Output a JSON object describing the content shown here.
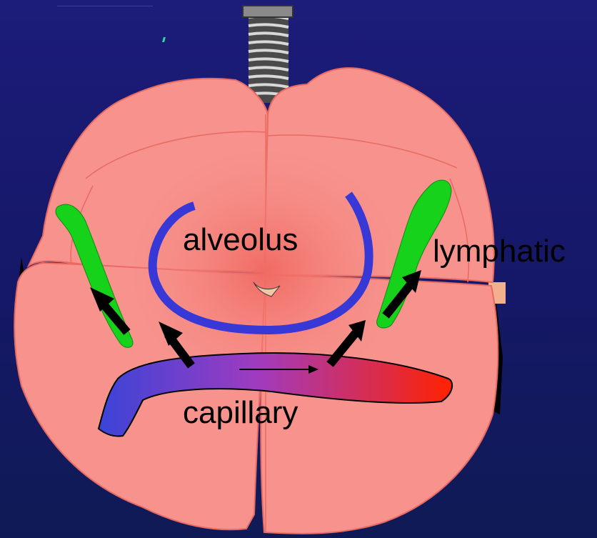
{
  "labels": {
    "alveolus": "alveolus",
    "lymphatic": "lymphatic",
    "capillary": "capillary"
  },
  "colors": {
    "background": "#1c1c7a",
    "lung": "#f7928c",
    "lung_edge": "#e0685f",
    "alveolus": "#3838d6",
    "lymphatic": "#16d21a",
    "capillary_start": "#3a44d8",
    "capillary_end": "#ff2200",
    "arrows": "#000000",
    "trachea": "#6e6e6e"
  },
  "icons": [
    "trachea-graphic",
    "lung-graphic",
    "alveolus-graphic",
    "lymphatic-vessel-graphic",
    "capillary-graphic",
    "flow-arrow-icon"
  ]
}
